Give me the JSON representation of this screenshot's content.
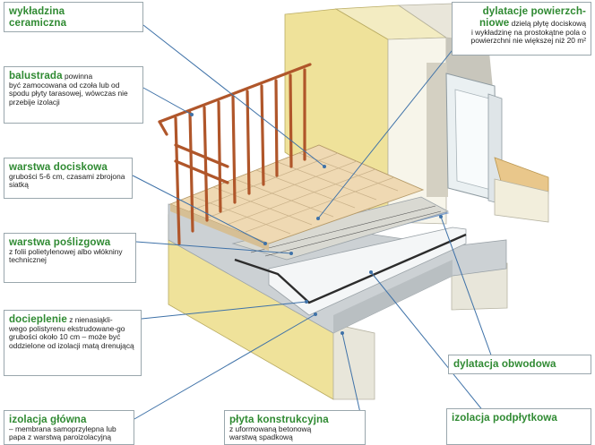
{
  "colors": {
    "label_title": "#2f8a32",
    "label_text": "#1d1d1d",
    "label_border": "#9aa7ad",
    "leader_line": "#3f72a8",
    "railing": "#b0562a",
    "tiles": "#efd9b3",
    "wall": "#efe29a",
    "concrete": "#ccd1d4"
  },
  "labels": {
    "ceramic_flooring": {
      "title": "wykładzina ceramiczna"
    },
    "balustrade": {
      "title": "balustrada",
      "desc_inline": "powinna",
      "desc": "być zamocowana od czoła lub od spodu płyty tarasowej, wówczas nie przebije izolacji"
    },
    "screed_layer": {
      "title": "warstwa dociskowa",
      "desc": "grubości 5-6 cm, czasami zbrojona siatką"
    },
    "slip_layer": {
      "title": "warstwa poślizgowa",
      "desc": "z folii polietylenowej albo włókniny technicznej"
    },
    "insulation": {
      "title": "docieplenie",
      "desc_inline": "z nienasiąkli-",
      "desc": "wego polistyrenu ekstrudowane-go grubości około 10 cm – może być oddzielone od izolacji matą drenującą"
    },
    "main_insulation": {
      "title": "izolacja główna",
      "desc": "– membrana samoprzylepna lub papa z warstwą paroizolacyjną"
    },
    "expansion_joints": {
      "title_line1": "dylatacje powierzch-",
      "title_line2": "niowe",
      "desc_inline": "dzielą płytę dociskową",
      "desc": "i wykładzinę na prostokątne pola o powierzchni nie większej niż 20 m²"
    },
    "perimeter_joint": {
      "title": "dylatacja obwodowa"
    },
    "structural_slab": {
      "title": "płyta konstrukcyjna",
      "desc": "z uformowaną betonową warstwą spadkową"
    },
    "substrate_insulation": {
      "title": "izolacja podpłytkowa"
    }
  }
}
